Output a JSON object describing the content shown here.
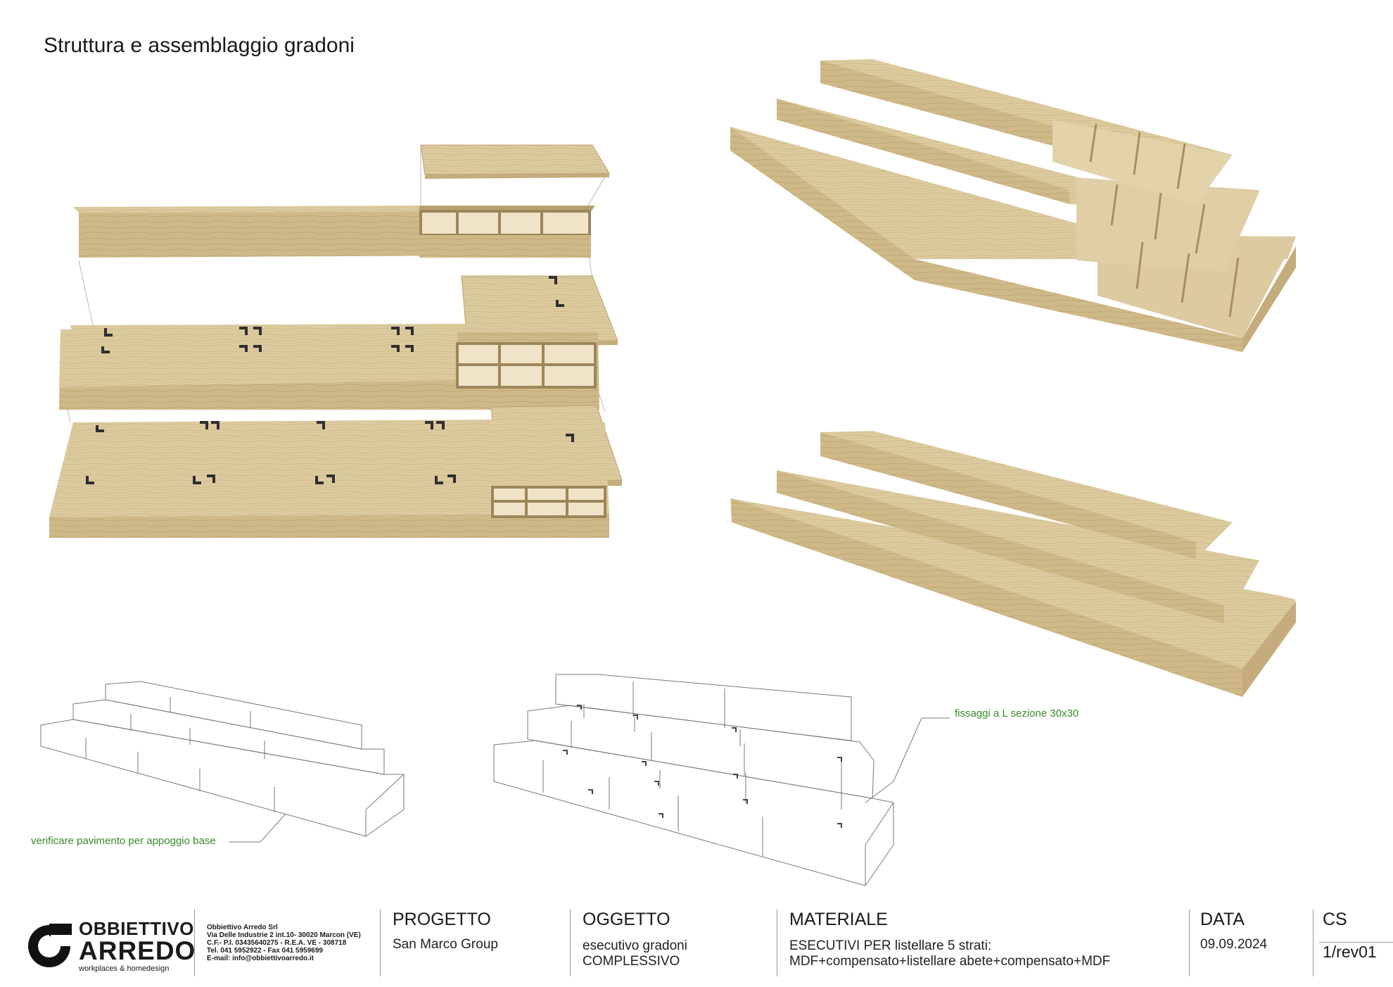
{
  "title": "Struttura e assemblaggio gradoni",
  "notes": {
    "floor": "verificare pavimento per appoggio base",
    "fixings": "fissaggi a L sezione 30x30"
  },
  "company": {
    "name_top": "OBBIETTIVO",
    "name_bottom": "ARREDO",
    "tagline": "workplaces & homedesign",
    "lines": [
      "Obbiettivo Arredo Srl",
      "Via Delle Industrie 2 int.10- 30020 Marcon (VE)",
      "C.F.- P.I. 03435640275  - R.E.A. VE - 308718",
      "Tel. 041 5952922 - Fax 041 5959699",
      "E-mail: info@obbiettivoarredo.it"
    ]
  },
  "title_block": {
    "progetto": {
      "label": "PROGETTO",
      "value": "San Marco Group"
    },
    "oggetto": {
      "label": "OGGETTO",
      "lines": [
        "esecutivo gradoni",
        "COMPLESSIVO"
      ]
    },
    "materiale": {
      "label": "MATERIALE",
      "lines": [
        "ESECUTIVI PER listellare 5 strati:",
        "MDF+compensato+listellare abete+compensato+MDF"
      ]
    },
    "data": {
      "label": "DATA",
      "value": "09.09.2024"
    },
    "cs": {
      "label": "CS",
      "value": "1/rev01"
    }
  },
  "colors": {
    "wood_top": "#e2d2ac",
    "wood_front": "#d4bf92",
    "wood_side": "#c8b080",
    "note_green": "#3a8a2a",
    "bracket": "#2f2f2f"
  }
}
